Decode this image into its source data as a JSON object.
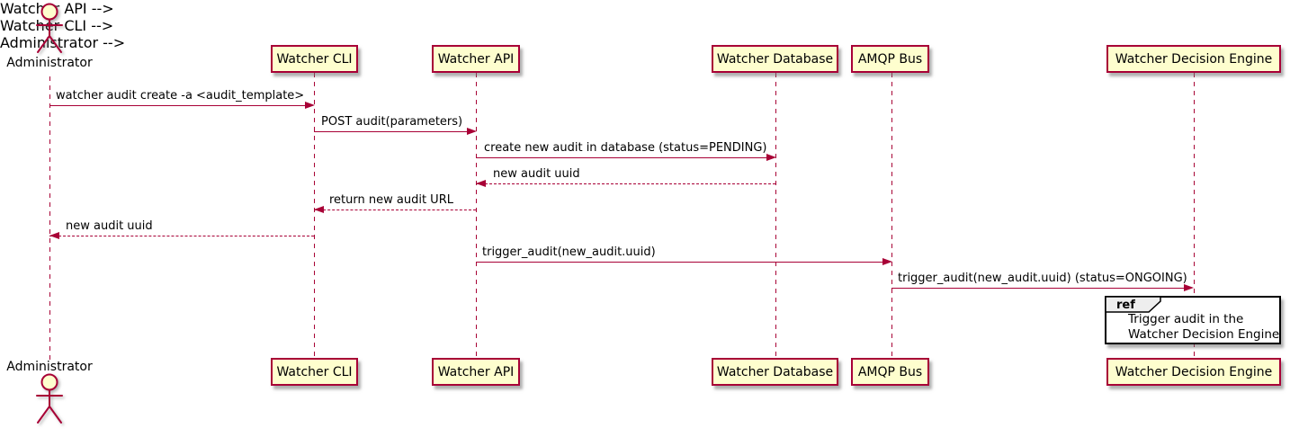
{
  "diagram": {
    "type": "sequence-diagram",
    "colors": {
      "stroke": "#A80036",
      "participant_fill": "#FEFECE",
      "text": "#000000",
      "ref_fill": "#FFFFFF",
      "ref_tab_fill": "#EEEEEE",
      "bg": "#FFFFFF"
    },
    "actor": {
      "label": "Administrator"
    },
    "participants": [
      {
        "label": "Watcher CLI"
      },
      {
        "label": "Watcher API"
      },
      {
        "label": "Watcher Database"
      },
      {
        "label": "AMQP Bus"
      },
      {
        "label": "Watcher Decision Engine"
      }
    ],
    "messages": [
      {
        "text": "watcher audit create -a <audit_template>",
        "from": "Administrator",
        "to": "Watcher CLI",
        "line": "solid"
      },
      {
        "text": "POST audit(parameters)",
        "from": "Watcher CLI",
        "to": "Watcher API",
        "line": "solid"
      },
      {
        "text": "create new audit in database (status=PENDING)",
        "from": "Watcher API",
        "to": "Watcher Database",
        "line": "solid"
      },
      {
        "text": "new audit uuid",
        "from": "Watcher Database",
        "to": "Watcher API",
        "line": "dashed"
      },
      {
        "text": "return new audit URL",
        "from": "Watcher API",
        "to": "Watcher CLI",
        "line": "dashed"
      },
      {
        "text": "new audit uuid",
        "from": "Watcher CLI",
        "to": "Administrator",
        "line": "dashed"
      },
      {
        "text": "trigger_audit(new_audit.uuid)",
        "from": "Watcher API",
        "to": "AMQP Bus",
        "line": "solid"
      },
      {
        "text": "trigger_audit(new_audit.uuid) (status=ONGOING)",
        "from": "AMQP Bus",
        "to": "Watcher Decision Engine",
        "line": "solid"
      }
    ],
    "ref": {
      "keyword": "ref",
      "over": "Watcher Decision Engine",
      "lines": [
        "Trigger audit in the",
        "Watcher Decision Engine"
      ]
    }
  }
}
